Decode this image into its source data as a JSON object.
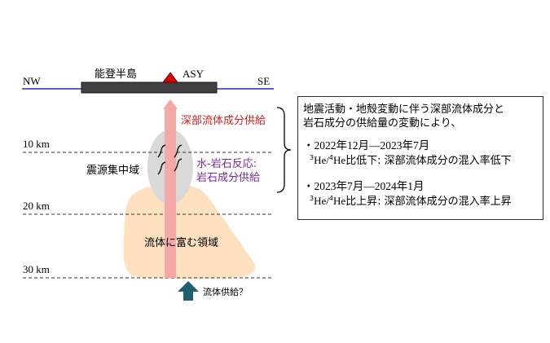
{
  "peninsula": {
    "label": "能登半島",
    "station": "ASY"
  },
  "directions": {
    "west": "NW",
    "east": "SE"
  },
  "depths": [
    {
      "label": "10 km",
      "value_km": 10
    },
    {
      "label": "20 km",
      "value_km": 20
    },
    {
      "label": "30 km",
      "value_km": 30
    }
  ],
  "labels": {
    "deep_fluid_supply": "深部流体成分供給",
    "hypocenter_cluster": "震源集中域",
    "water_rock_line1": "水-岩石反応:",
    "water_rock_line2": "岩石成分供給",
    "fluid_rich_region": "流体に富む領域",
    "fluid_supply_question": "流体供給？"
  },
  "note": {
    "intro_line1": "地震活動・地殻変動に伴う深部流体成分と",
    "intro_line2": "岩石成分の供給量の変動により、",
    "bullets": [
      {
        "period": "・2022年12月—2023年7月",
        "sup3": "3",
        "he_a": "He/",
        "sup4": "4",
        "he_b": "He",
        "text": "比低下: 深部流体成分の混入率低下"
      },
      {
        "period": "・2023年7月—2024年1月",
        "sup3": "3",
        "he_a": "He/",
        "sup4": "4",
        "he_b": "He",
        "text": "比上昇: 深部流体成分の混入率上昇"
      }
    ]
  },
  "colors": {
    "surface_line": "#2a2ab8",
    "peninsula_bar": "#404040",
    "station_triangle": "#d60000",
    "red_text": "#d02020",
    "purple_text": "#7a2a9a",
    "fluid_region": "#fde0c0",
    "hypocenter_region": "#d9d9d9",
    "uplift_arrow": "#f4a8a8",
    "supply_arrow": "#1f5f6f"
  }
}
